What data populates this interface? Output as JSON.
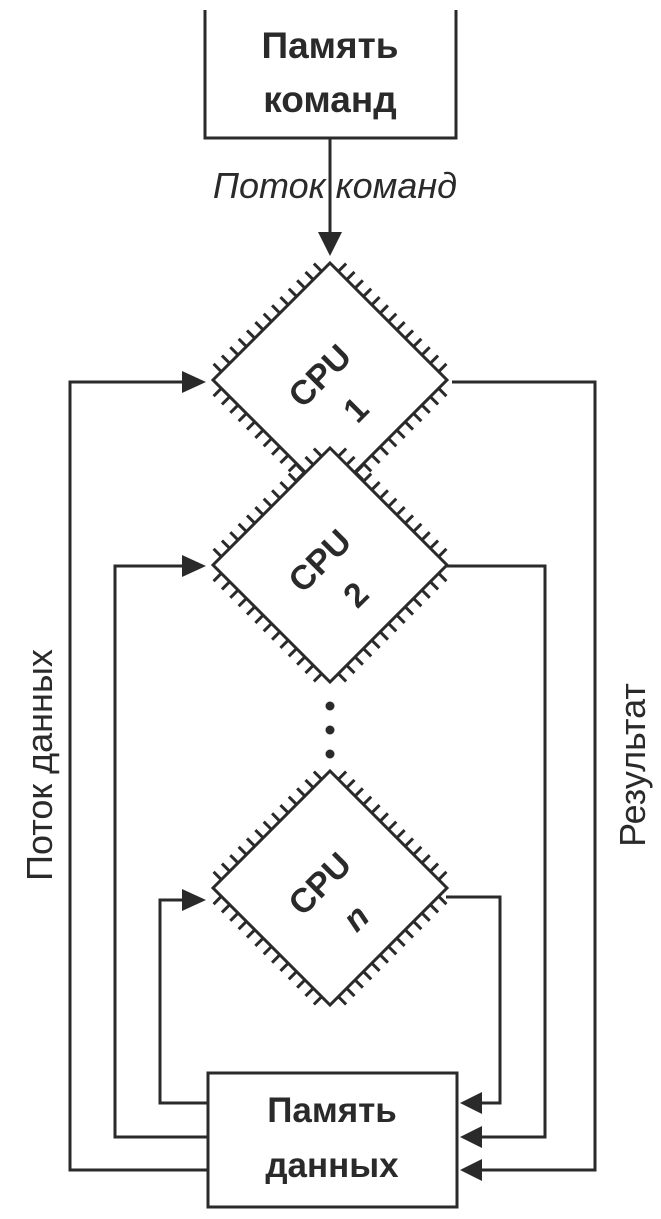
{
  "instruction_memory": {
    "line1": "Память",
    "line2": "команд"
  },
  "instruction_stream_label": "Поток команд",
  "data_stream_label": "Поток данных",
  "result_label": "Результат",
  "data_memory": {
    "line1": "Память",
    "line2": "данных"
  },
  "processors": [
    {
      "name": "CPU",
      "index": "1"
    },
    {
      "name": "CPU",
      "index": "2"
    },
    {
      "name": "CPU",
      "index": "n"
    }
  ],
  "colors": {
    "stroke": "#2a2a2a",
    "background": "#ffffff"
  }
}
